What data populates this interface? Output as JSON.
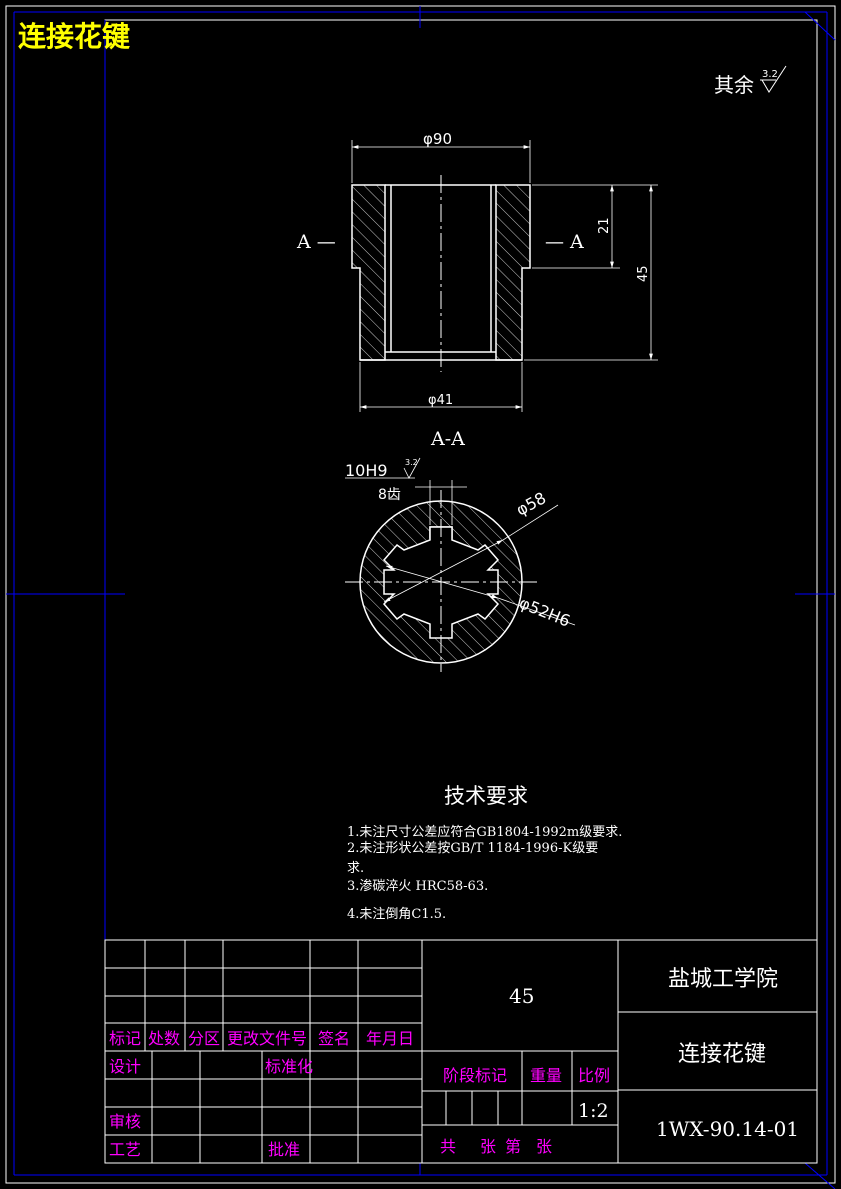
{
  "header": {
    "title": "连接花键"
  },
  "surface_finish": {
    "label": "其余",
    "value": "3.2"
  },
  "colors": {
    "background": "#000000",
    "line": "#ffffff",
    "title_yellow": "#ffff00",
    "label_magenta": "#ff00ff",
    "frame_blue": "#0000ff"
  },
  "front_view": {
    "dim_top": "φ90",
    "dim_bottom": "φ41",
    "dim_height_upper": "21",
    "dim_height_total": "45",
    "section_mark_left": "A —",
    "section_mark_right": "— A"
  },
  "section_view": {
    "title": "A-A",
    "spline_width": "10H9",
    "spline_finish": "3.2",
    "teeth": "8齿",
    "dim_outer": "φ58",
    "dim_inner": "φ52H6"
  },
  "tech_requirements": {
    "title": "技术要求",
    "items": [
      "1.未注尺寸公差应符合GB1804-1992m级要求.",
      "2.未注形状公差按GB/T 1184-1996-K级要",
      "求.",
      "3.渗碳淬火 HRC58-63.",
      "4.未注倒角C1.5."
    ]
  },
  "title_block": {
    "revision_headers": [
      "标记",
      "处数",
      "分区",
      "更改文件号",
      "签名",
      "年月日"
    ],
    "design": "设计",
    "standardize": "标准化",
    "review": "审核",
    "process": "工艺",
    "approve": "批准",
    "material": "45",
    "stage_mark": "阶段标记",
    "weight": "重量",
    "scale_label": "比例",
    "scale": "1:2",
    "sheets": [
      "共",
      "张",
      "第",
      "张"
    ],
    "school": "盐城工学院",
    "part_name": "连接花键",
    "drawing_no": "1WX-90.14-01"
  }
}
